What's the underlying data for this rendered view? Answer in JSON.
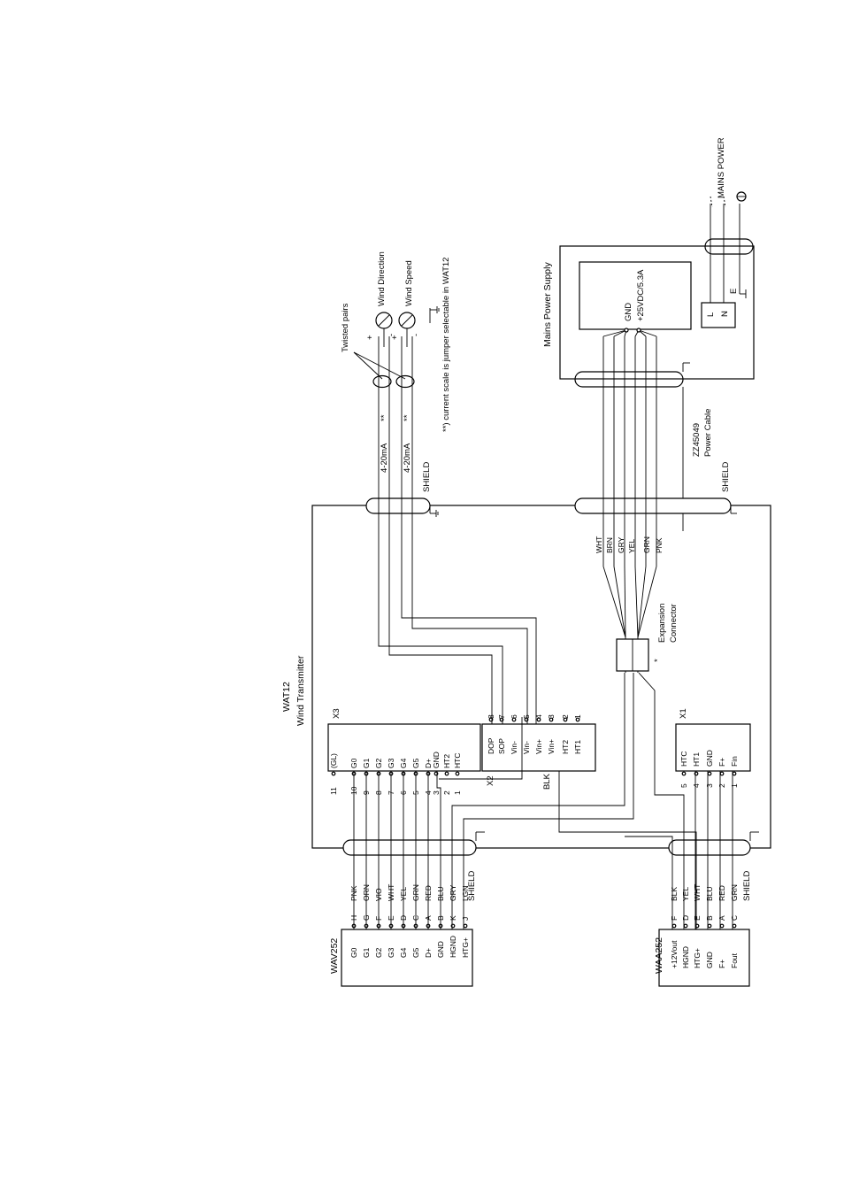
{
  "wat12": {
    "title": "WAT12",
    "subtitle": "Wind Transmitter",
    "x3_label": "X3",
    "x2_label": "X2",
    "left_numbers": [
      "11",
      "10",
      "9",
      "8",
      "7",
      "6",
      "5",
      "4",
      "3",
      "2",
      "1"
    ],
    "left_labels": [
      "(GL)",
      "G0",
      "G1",
      "G2",
      "G3",
      "G4",
      "G5",
      "D+",
      "GND",
      "HT2",
      "HTC"
    ],
    "right_labels": [
      "DOP",
      "SOP",
      "Vin-",
      "Vin-",
      "Vin+",
      "Vin+",
      "HT2",
      "HT1"
    ],
    "right_numbers": [
      "8",
      "7",
      "6",
      "5",
      "4",
      "3",
      "2",
      "1"
    ],
    "blk": "BLK"
  },
  "wav252": {
    "label": "WAV252",
    "pins": [
      "G0",
      "G1",
      "G2",
      "G3",
      "G4",
      "G5",
      "D+",
      "GND",
      "HGND",
      "HTG+"
    ],
    "letters": [
      "H",
      "G",
      "F",
      "E",
      "D",
      "C",
      "A",
      "B",
      "K",
      "J"
    ],
    "colors": [
      "PNK",
      "ORN",
      "VIO",
      "WHT",
      "YEL",
      "GRN",
      "RED",
      "BLU",
      "GRY",
      "LGN"
    ],
    "shield": "SHIELD"
  },
  "waa252": {
    "label": "WAA252",
    "x1_label": "X1",
    "pins": [
      "+12Vout",
      "HGND",
      "HTG+",
      "GND",
      "F+",
      "Fout"
    ],
    "letters": [
      "F",
      "D",
      "E",
      "B",
      "A",
      "C"
    ],
    "colors": [
      "BLK",
      "YEL",
      "WHT",
      "BLU",
      "RED",
      "GRN"
    ],
    "shield": "SHIELD",
    "x1_numbers": [
      "5",
      "4",
      "3",
      "2",
      "1"
    ],
    "x1_labels": [
      "HTC",
      "HT1",
      "GND",
      "F+",
      "Fin"
    ]
  },
  "outputs": {
    "wind_direction": "Wind Direction",
    "wind_speed": "Wind Speed",
    "twisted_pairs": "Twisted pairs",
    "ma1": "4-20mA",
    "ma2": "4-20mA",
    "mark1": "**",
    "mark2": "**",
    "note": "**) current scale is jumper selectable in WAT12",
    "shield": "SHIELD",
    "plus": "+",
    "minus": "-"
  },
  "power": {
    "supply_label": "Mains Power Supply",
    "gnd": "GND",
    "vdc": "+25VDC/5.3A",
    "terminals": [
      "L",
      "N",
      "E"
    ],
    "mains": "MAINS POWER",
    "cable_id": "ZZ45049",
    "cable_name": "Power Cable",
    "shield": "SHIELD",
    "wire_colors": [
      "WHT",
      "BRN",
      "GRY",
      "YEL",
      "GRN",
      "PNK"
    ],
    "expansion1": "Expansion",
    "expansion2": "Connector",
    "star": "*"
  }
}
